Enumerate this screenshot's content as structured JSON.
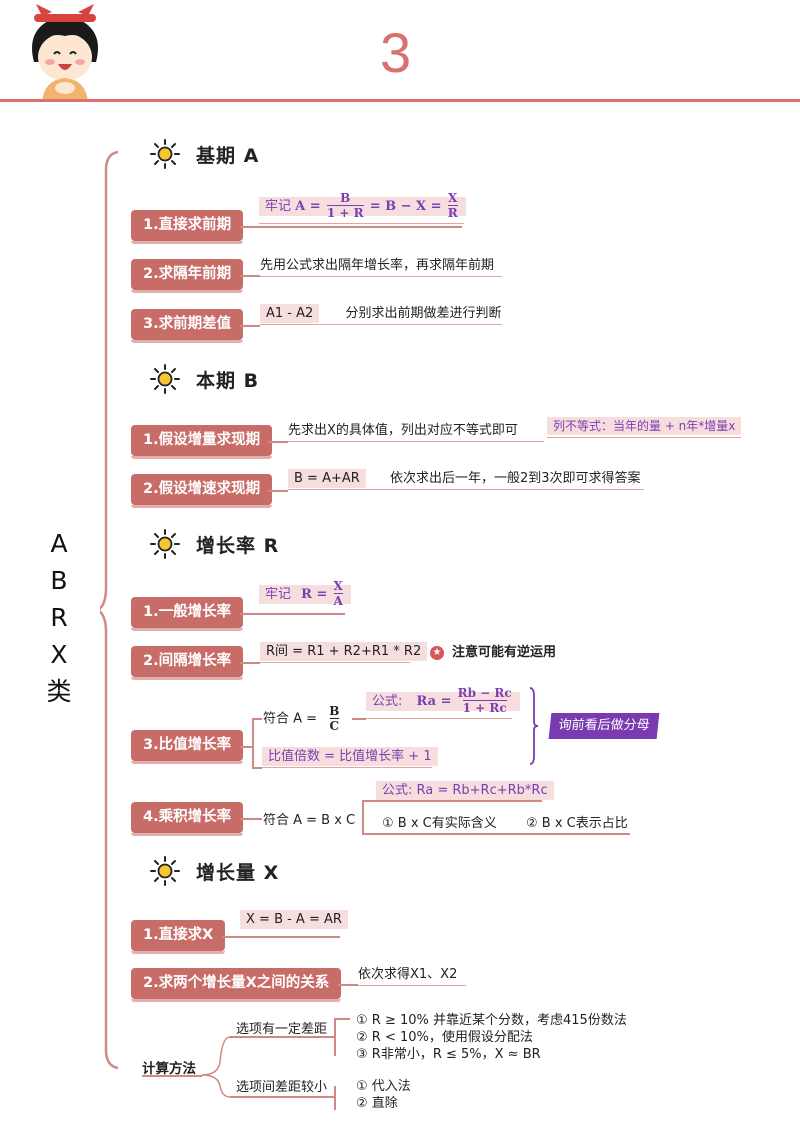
{
  "header": {
    "page_number": "3"
  },
  "vertical_title": [
    "A",
    "B",
    "R",
    "X",
    "类"
  ],
  "sections": {
    "base": {
      "title": "基期 A"
    },
    "current": {
      "title": "本期 B"
    },
    "rate": {
      "title": "增长率 R"
    },
    "amount": {
      "title": "增长量 X"
    }
  },
  "base": {
    "item1": {
      "label": "1.直接求前期",
      "prefix": "牢记",
      "formula_a": "A =",
      "frac1_num": "B",
      "frac1_den": "1 + R",
      "eq_mid": "= B − X =",
      "frac2_num": "X",
      "frac2_den": "R"
    },
    "item2": {
      "label": "2.求隔年前期",
      "note": "先用公式求出隔年增长率，再求隔年前期"
    },
    "item3": {
      "label": "3.求前期差值",
      "formula": "A1 - A2",
      "note": "分别求出前期做差进行判断"
    }
  },
  "current": {
    "item1": {
      "label": "1.假设增量求现期",
      "note": "先求出X的具体值，列出对应不等式即可",
      "inequality": "列不等式：当年的量 + n年*增量x"
    },
    "item2": {
      "label": "2.假设增速求现期",
      "formula": "B = A+AR",
      "note": "依次求出后一年，一般2到3次即可求得答案"
    }
  },
  "rate": {
    "item1": {
      "label": "1.一般增长率",
      "prefix": "牢记",
      "formula_r": "R =",
      "frac_num": "X",
      "frac_den": "A"
    },
    "item2": {
      "label": "2.间隔增长率",
      "formula": "R间 = R1 + R2+R1 * R2",
      "warn": "注意可能有逆运用"
    },
    "item3": {
      "label": "3.比值增长率",
      "fit": "符合 A =",
      "fit_num": "B",
      "fit_den": "C",
      "formula_prefix": "公式:",
      "formula_ra": "Ra =",
      "ra_num": "Rb − Rc",
      "ra_den": "1 + Rc",
      "ratio_note": "比值倍数 = 比值增长率 + 1",
      "tag": "询前看后做分母"
    },
    "item4": {
      "label": "4.乘积增长率",
      "fit": "符合 A = B x C",
      "formula": "公式: Ra = Rb+Rc+Rb*Rc",
      "point1": "① B x C有实际含义",
      "point2": "② B x C表示占比"
    }
  },
  "amount": {
    "item1": {
      "label": "1.直接求X",
      "formula": "X = B - A = AR"
    },
    "item2": {
      "label": "2.求两个增长量X之间的关系",
      "note": "依次求得X1、X2"
    }
  },
  "method": {
    "label": "计算方法",
    "branch1": {
      "label": "选项有一定差距",
      "lines": [
        "① R ≥ 10% 并靠近某个分数，考虑415份数法",
        "② R < 10%，使用假设分配法",
        "③ R非常小，R ≤ 5%，X ≈ BR"
      ]
    },
    "branch2": {
      "label": "选项间差距较小",
      "lines": [
        "① 代入法",
        "② 直除"
      ]
    }
  },
  "colors": {
    "accent": "#d9716f",
    "pill": "#c86c68",
    "purple": "#7a3ab0",
    "highlight": "#f6dede"
  }
}
